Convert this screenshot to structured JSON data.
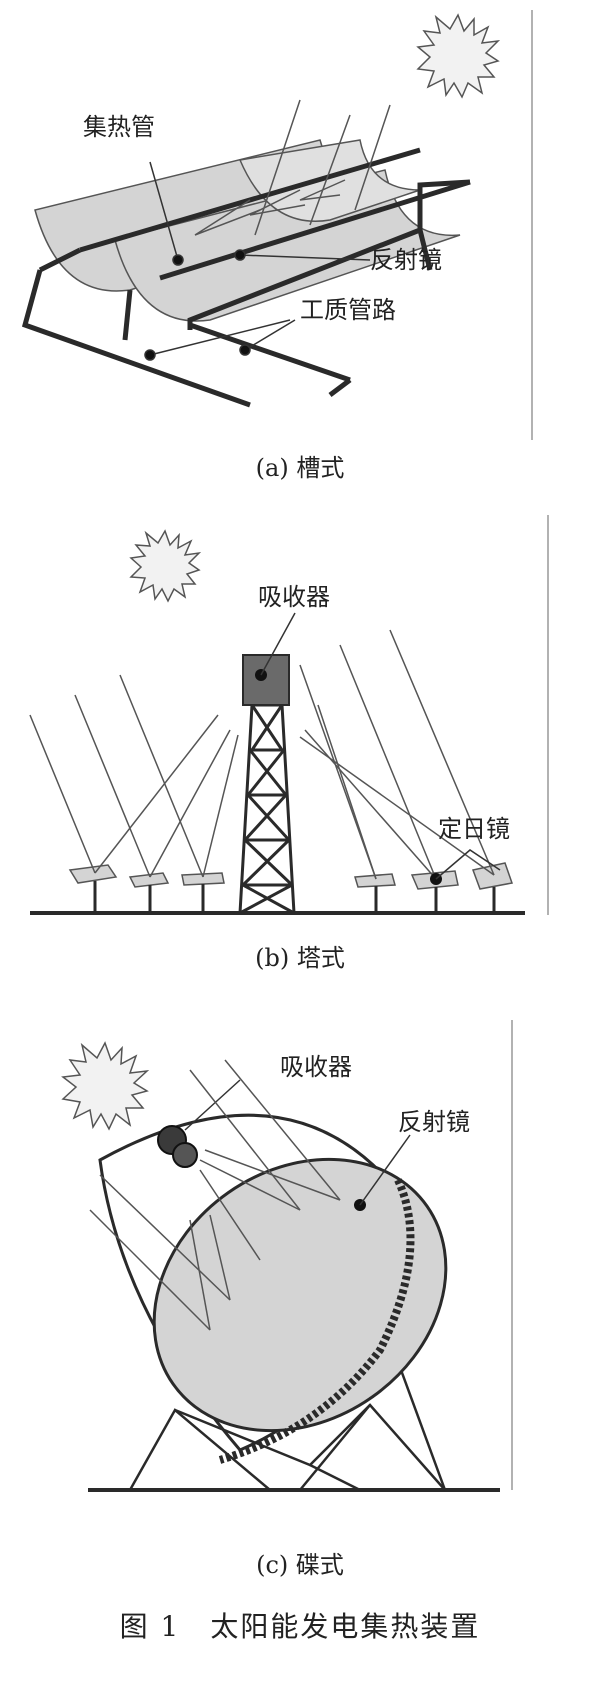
{
  "panel_a": {
    "labels": {
      "collector_tube": "集热管",
      "reflector": "反射镜",
      "working_fluid_pipe": "工质管路"
    },
    "caption": "(a) 槽式"
  },
  "panel_b": {
    "labels": {
      "absorber": "吸收器",
      "heliostat": "定日镜"
    },
    "caption": "(b) 塔式"
  },
  "panel_c": {
    "labels": {
      "absorber": "吸收器",
      "reflector": "反射镜"
    },
    "caption": "(c) 碟式"
  },
  "figure_caption": "图 1　太阳能发电集热装置",
  "colors": {
    "line": "#333333",
    "mirror_fill": "#d4d4d4",
    "frame": "#2a2a2a",
    "sun_fill": "#f2f2f2"
  }
}
